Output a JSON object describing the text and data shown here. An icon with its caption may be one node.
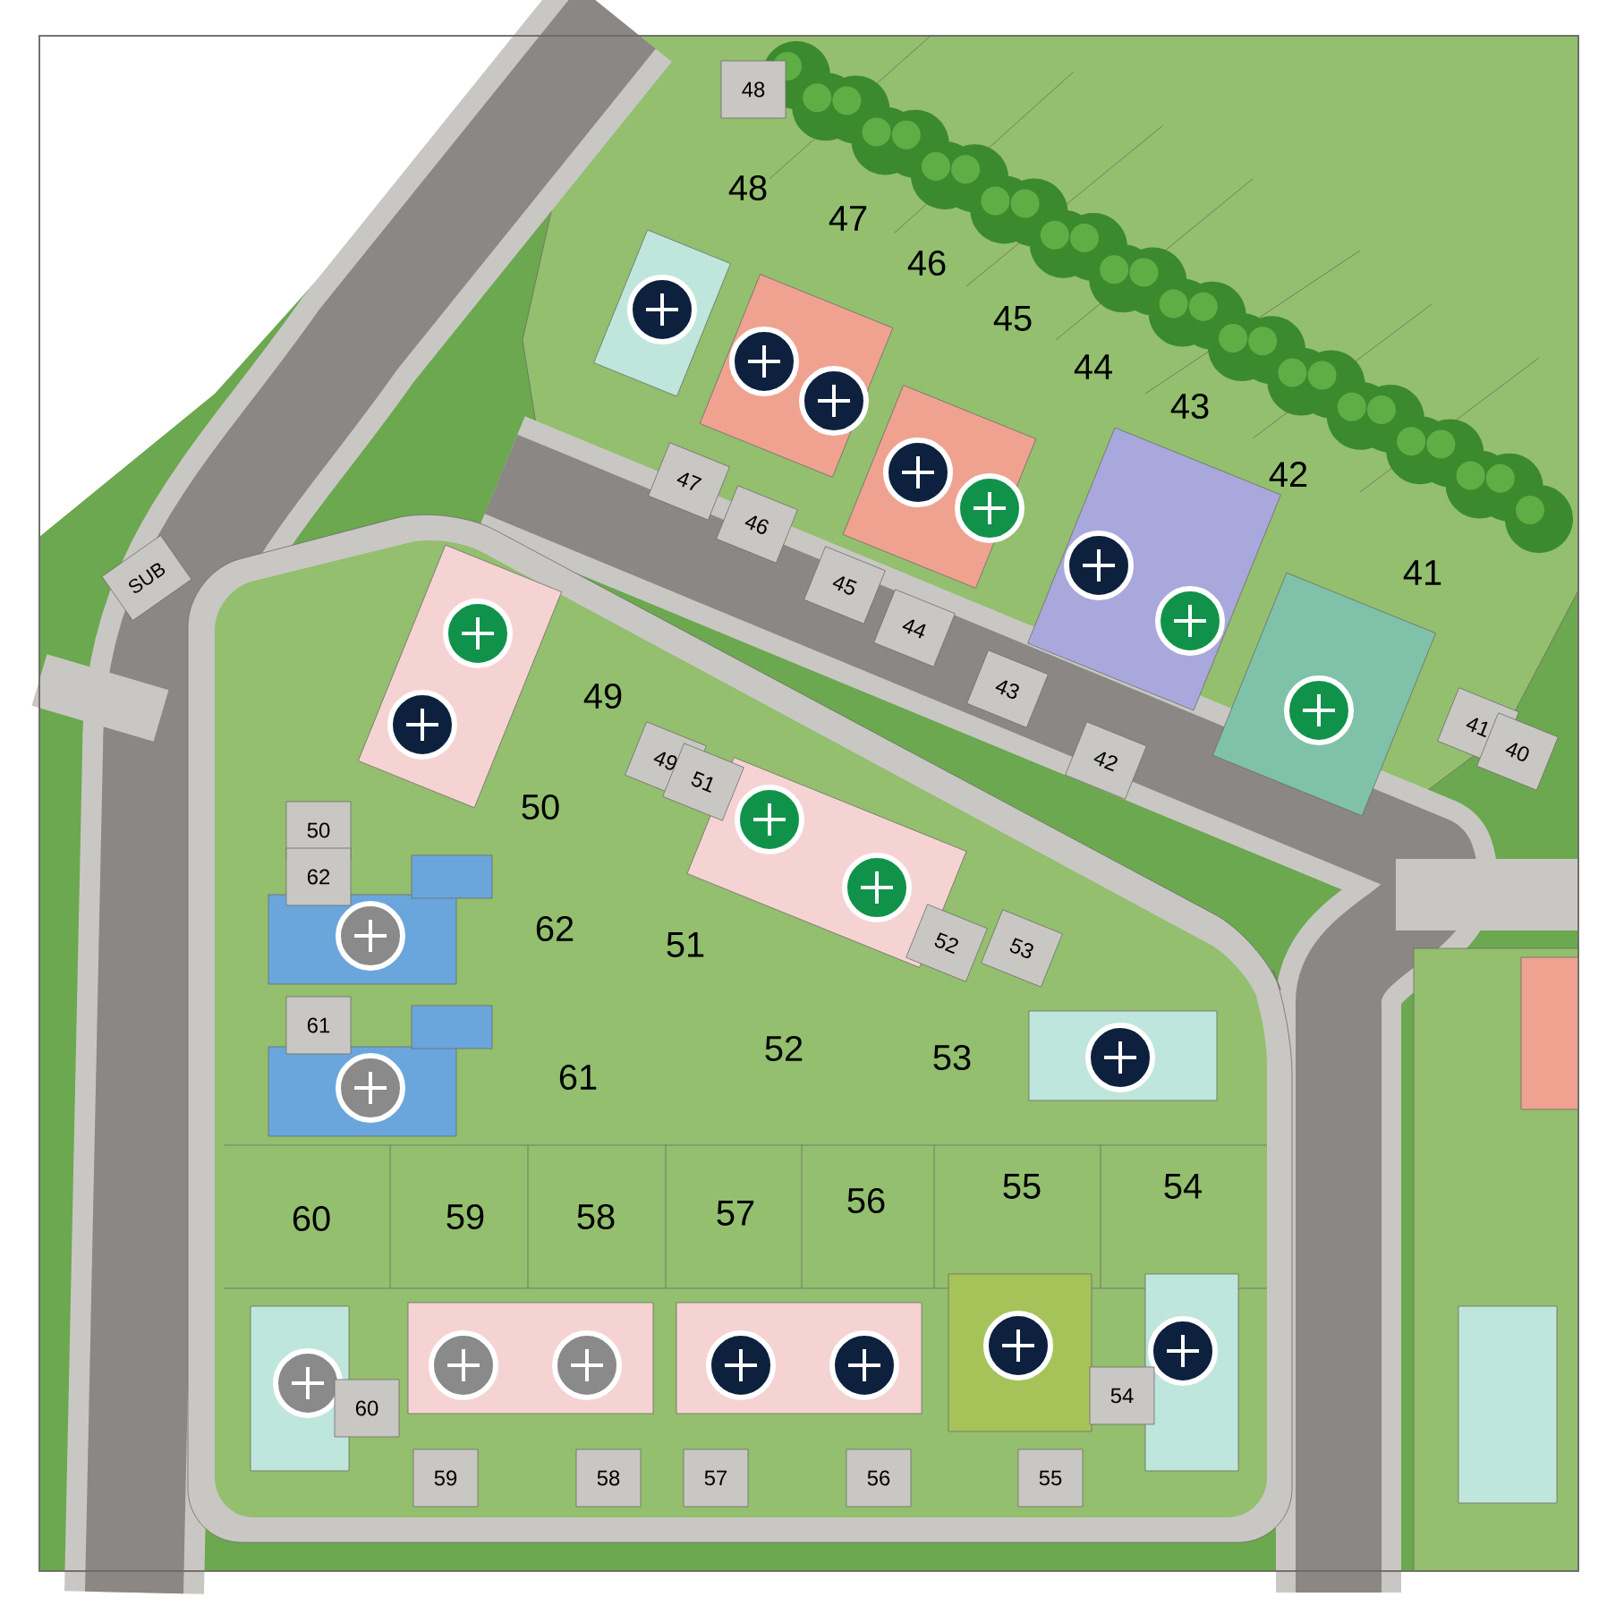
{
  "diagram": {
    "labels": [
      "48",
      "48",
      "47",
      "46",
      "45",
      "44",
      "43",
      "47",
      "46",
      "42",
      "SUB",
      "45",
      "44",
      "41",
      "49",
      "49",
      "51",
      "43",
      "42",
      "41",
      "40",
      "50",
      "50",
      "62",
      "62",
      "51",
      "52",
      "53",
      "61",
      "61",
      "52",
      "53",
      "60",
      "59",
      "58",
      "57",
      "56",
      "55",
      "54",
      "60",
      "54",
      "59",
      "58",
      "57",
      "56",
      "55"
    ]
  }
}
